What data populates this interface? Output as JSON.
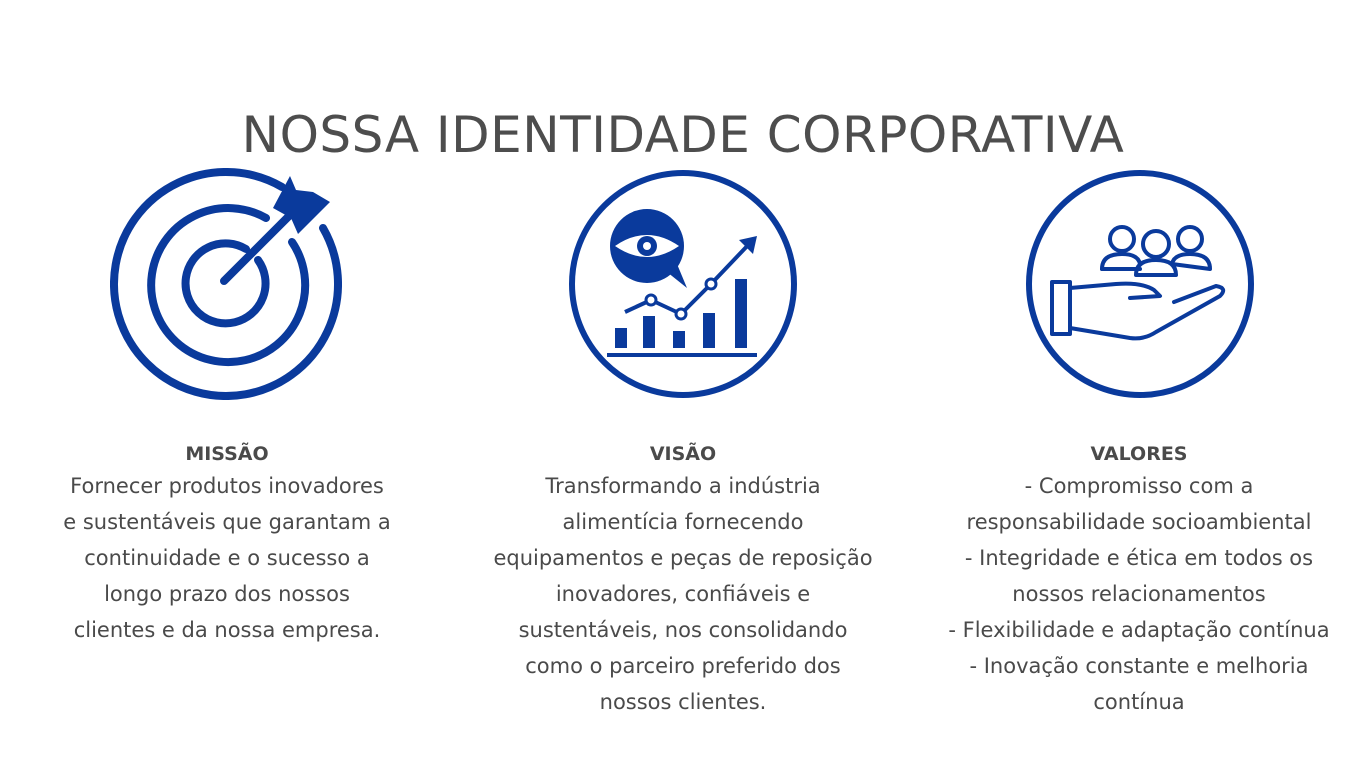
{
  "title": "NOSSA IDENTIDADE CORPORATIVA",
  "accent": "#0a3a9c",
  "sections": [
    {
      "icon": "target-arrow-icon",
      "heading": "MISSÃO",
      "lines": [
        "Fornecer produtos inovadores",
        "e sustentáveis que garantam a",
        "continuidade e o sucesso a",
        "longo prazo dos nossos",
        "clientes e da nossa empresa."
      ]
    },
    {
      "icon": "vision-growth-chart-icon",
      "heading": "VISÃO",
      "lines": [
        "Transformando a indústria",
        "alimentícia fornecendo",
        "equipamentos e peças de reposição",
        "inovadores, confiáveis e",
        "sustentáveis, nos consolidando",
        "como o parceiro preferido dos",
        "nossos clientes."
      ]
    },
    {
      "icon": "hand-people-values-icon",
      "heading": "VALORES",
      "lines": [
        "- Compromisso com a",
        "responsabilidade socioambiental",
        "- Integridade e ética em todos os",
        "nossos relacionamentos",
        "- Flexibilidade e adaptação contínua",
        "- Inovação constante e melhoria",
        "contínua"
      ]
    }
  ]
}
